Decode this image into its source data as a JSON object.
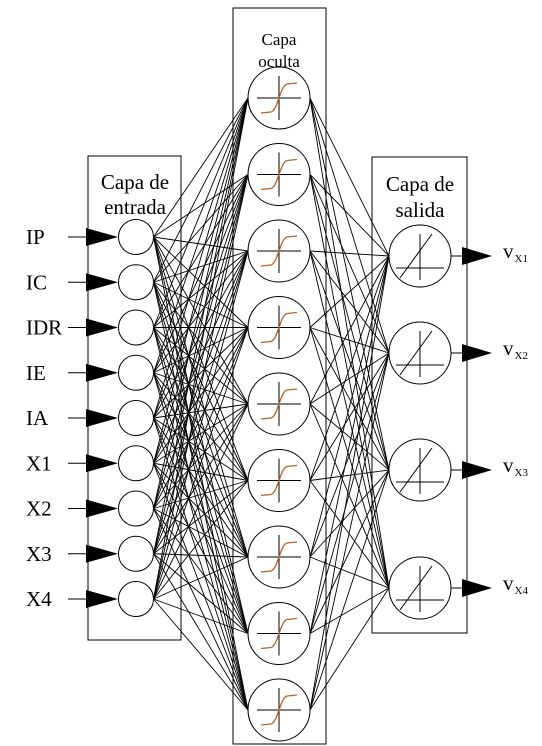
{
  "layers": {
    "input": {
      "title_line1": "Capa de",
      "title_line2": "entrada"
    },
    "hidden": {
      "title_line1": "Capa",
      "title_line2": "oculta"
    },
    "output": {
      "title_line1": "Capa de",
      "title_line2": "salida"
    }
  },
  "inputs": [
    {
      "label": "IP"
    },
    {
      "label": "IC"
    },
    {
      "label": "IDR"
    },
    {
      "label": "IE"
    },
    {
      "label": "IA"
    },
    {
      "label": "X1"
    },
    {
      "label": "X2"
    },
    {
      "label": "X3"
    },
    {
      "label": "X4"
    }
  ],
  "hidden_neuron_count": 9,
  "outputs": [
    {
      "main": "v",
      "sub": "X1"
    },
    {
      "main": "v",
      "sub": "X2"
    },
    {
      "main": "v",
      "sub": "X3"
    },
    {
      "main": "v",
      "sub": "X4"
    }
  ],
  "colors": {
    "line": "#000000",
    "sigmoid": "#b5652a",
    "background": "#ffffff"
  }
}
